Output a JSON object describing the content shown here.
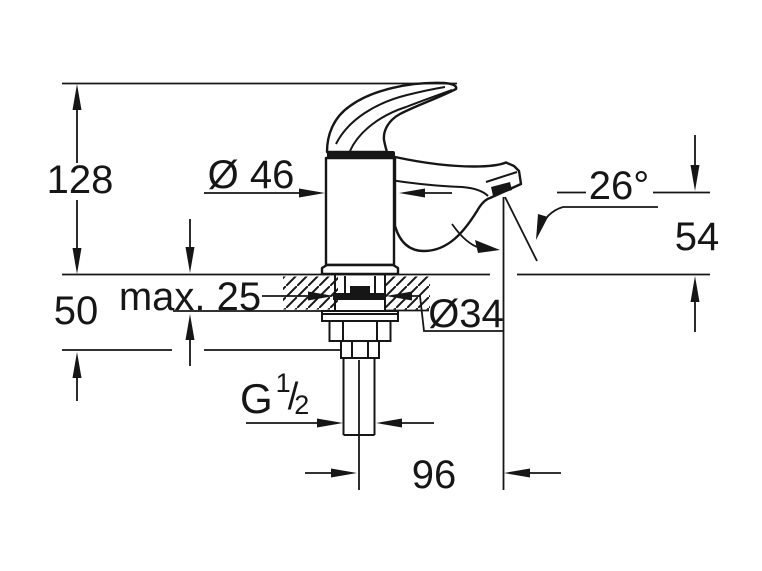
{
  "drawing": {
    "colors": {
      "background": "#ffffff",
      "line": "#161616"
    },
    "labels": {
      "overall_height": "128",
      "below_deck_depth": "50",
      "body_diameter": "Ø 46",
      "deck_thickness": "max. 25",
      "hole_diameter": "Ø34",
      "spout_angle": "26°",
      "outlet_height": "54",
      "spout_reach": "96",
      "thread": {
        "g": "G",
        "numerator": "1",
        "slash": "/",
        "denominator": "2"
      }
    }
  }
}
